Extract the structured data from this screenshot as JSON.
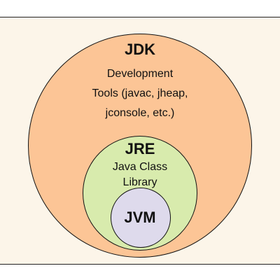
{
  "diagram": {
    "jdk": {
      "title": "JDK",
      "description": [
        "Development",
        "Tools (javac, jheap,",
        "jconsole, etc.)"
      ],
      "color": "#fcc596"
    },
    "jre": {
      "title": "JRE",
      "description": [
        "Java Class",
        "Library"
      ],
      "color": "#d8ebad"
    },
    "jvm": {
      "title": "JVM",
      "color": "#dedaec"
    },
    "background_color": "#fcf5e9"
  }
}
